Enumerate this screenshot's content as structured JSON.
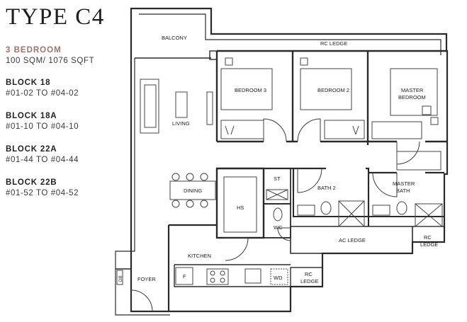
{
  "header": {
    "title": "TYPE C4",
    "unit_type": "3 BEDROOM",
    "unit_size": "100 SQM/ 1076 SQFT"
  },
  "blocks": [
    {
      "name": "BLOCK 18",
      "range": "#01-02 TO #04-02"
    },
    {
      "name": "BLOCK 18A",
      "range": "#01-10 TO #04-10"
    },
    {
      "name": "BLOCK 22A",
      "range": "#01-44 TO #04-44"
    },
    {
      "name": "BLOCK 22B",
      "range": "#01-52 TO #04-52"
    }
  ],
  "rooms": {
    "balcony": "BALCONY",
    "rc_ledge_top": "RC LEDGE",
    "bedroom3": "BEDROOM 3",
    "bedroom2": "BEDROOM 2",
    "master_bedroom_1": "MASTER",
    "master_bedroom_2": "BEDROOM",
    "living": "LIVING",
    "dining": "DINING",
    "st": "ST",
    "bath2": "BATH 2",
    "master_bath_1": "MASTER",
    "master_bath_2": "BATH",
    "hs": "HS",
    "wc": "WC",
    "ac_ledge": "AC LEDGE",
    "rc_ledge_right_1": "RC",
    "rc_ledge_right_2": "LEDGE",
    "kitchen": "KITCHEN",
    "fridge": "F",
    "wd": "WD",
    "rc_ledge_bottom_1": "RC",
    "rc_ledge_bottom_2": "LEDGE",
    "foyer": "FOYER",
    "db": "DB"
  },
  "colors": {
    "accent": "#a0736a",
    "wall": "#2a2a2a"
  }
}
